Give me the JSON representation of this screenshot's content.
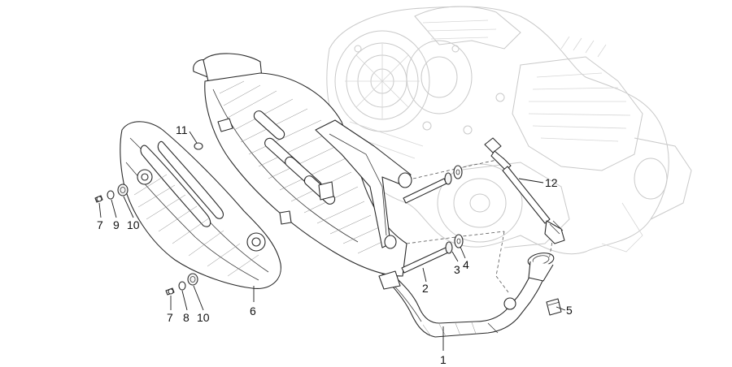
{
  "callouts": [
    {
      "id": "c1",
      "text": "1"
    },
    {
      "id": "c2",
      "text": "2"
    },
    {
      "id": "c3",
      "text": "3"
    },
    {
      "id": "c4",
      "text": "4"
    },
    {
      "id": "c5",
      "text": "5"
    },
    {
      "id": "c6",
      "text": "6"
    },
    {
      "id": "c7a",
      "text": "7"
    },
    {
      "id": "c9",
      "text": "9"
    },
    {
      "id": "c10a",
      "text": "10"
    },
    {
      "id": "c7b",
      "text": "7"
    },
    {
      "id": "c8",
      "text": "8"
    },
    {
      "id": "c10b",
      "text": "10"
    },
    {
      "id": "c11",
      "text": "11"
    },
    {
      "id": "c12",
      "text": "12"
    }
  ]
}
